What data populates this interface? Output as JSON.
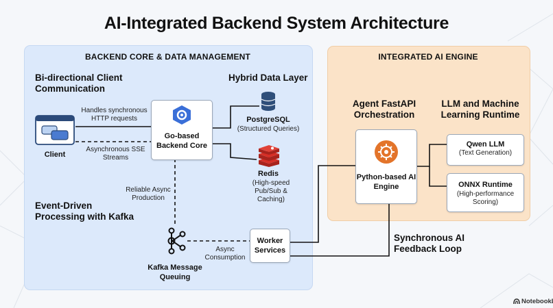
{
  "title": "AI-Integrated Backend System Architecture",
  "backend_panel": {
    "title": "BACKEND CORE & DATA MANAGEMENT",
    "client_heading": "Bi-directional Client Communication",
    "data_heading": "Hybrid Data Layer",
    "event_heading": "Event-Driven Processing with Kafka"
  },
  "ai_panel": {
    "title": "INTEGRATED AI ENGINE",
    "agent_heading": "Agent FastAPI Orchestration",
    "llm_heading": "LLM and Machine Learning Runtime"
  },
  "nodes": {
    "client": "Client",
    "backend_core": "Go-based Backend Core",
    "postgres": {
      "name": "PostgreSQL",
      "desc": "(Structured Queries)"
    },
    "redis": {
      "name": "Redis",
      "desc": "(High-speed Pub/Sub & Caching)"
    },
    "kafka": "Kafka Message Queuing",
    "worker": "Worker Services",
    "ai_engine": "Python-based AI Engine",
    "qwen": {
      "name": "Qwen LLM",
      "desc": "(Text Generation)"
    },
    "onnx": {
      "name": "ONNX Runtime",
      "desc": "(High-performance Scoring)"
    }
  },
  "edge_labels": {
    "sync_http": "Handles synchronous HTTP requests",
    "sse": "Asynchronous SSE Streams",
    "reliable_async": "Reliable Async Production",
    "async_consumption": "Async Consumption",
    "feedback": "Synchronous AI Feedback Loop"
  },
  "brand": "NotebookLM",
  "colors": {
    "backend_panel": "#dce9fb",
    "ai_panel": "#fbe3c8",
    "go_icon": "#3a6fd8",
    "ai_icon": "#e3742a",
    "postgres_icon": "#2f4f7a",
    "redis_icon": "#d62f27"
  }
}
